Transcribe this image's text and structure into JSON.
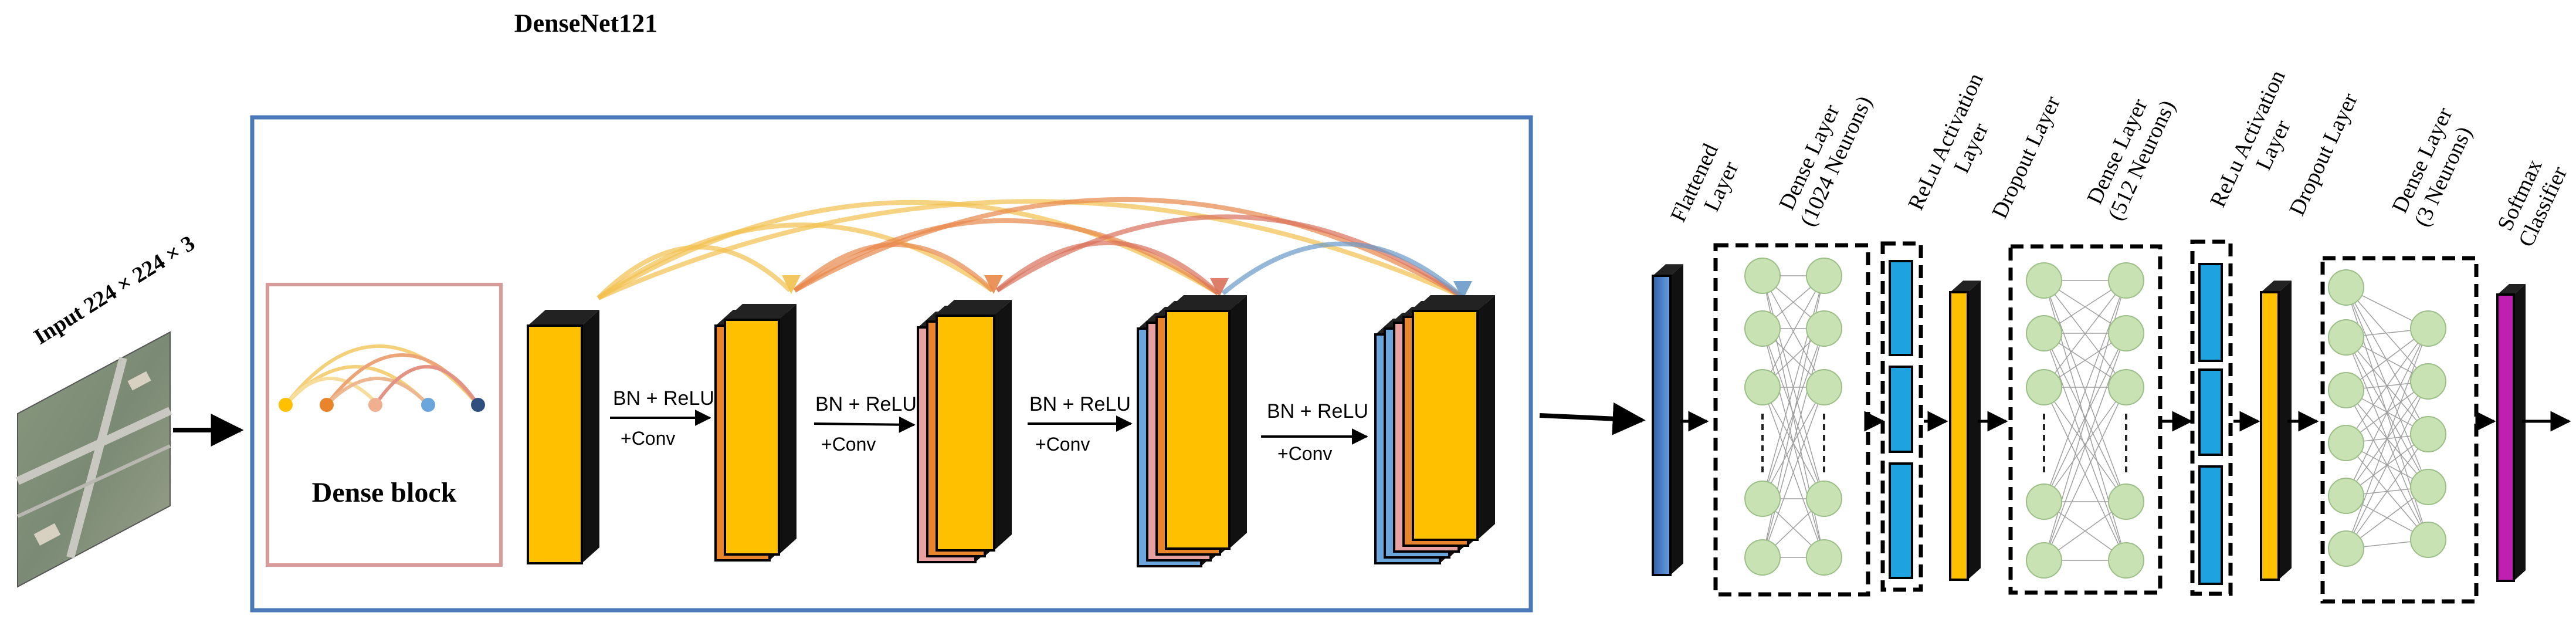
{
  "title": "DenseNet121",
  "input_label": "Input  224 × 224 × 3",
  "dense_block": {
    "label": "Dense block"
  },
  "transitions": [
    {
      "op": "BN + ReLU",
      "conv": "+Conv"
    },
    {
      "op": "BN + ReLU",
      "conv": "+Conv"
    },
    {
      "op": "BN + ReLU",
      "conv": "+Conv"
    },
    {
      "op": "BN + ReLU",
      "conv": "+Conv"
    }
  ],
  "head_layers": [
    {
      "id": "flatten",
      "line1": "Flattened",
      "line2": "Layer"
    },
    {
      "id": "dense1024",
      "line1": "Dense Layer",
      "line2": "(1024 Neurons)"
    },
    {
      "id": "relu1",
      "line1": "ReLu Activation",
      "line2": "Layer"
    },
    {
      "id": "dropout1",
      "line1": "Dropout Layer",
      "line2": ""
    },
    {
      "id": "dense512",
      "line1": "Dense Layer",
      "line2": "(512 Neurons)"
    },
    {
      "id": "relu2",
      "line1": "ReLu Activation",
      "line2": "Layer"
    },
    {
      "id": "dropout2",
      "line1": "Dropout Layer",
      "line2": ""
    },
    {
      "id": "dense3",
      "line1": "Dense Layer",
      "line2": "(3 Neurons)"
    },
    {
      "id": "softmax",
      "line1": "Softmax",
      "line2": "Classifier"
    }
  ],
  "colors": {
    "frame_blue": "#4a78b8",
    "dense_block_border": "#d99a9a",
    "feature_yellow": "#ffc000",
    "feature_orange": "#e8842c",
    "feature_pink": "#e8a0a0",
    "feature_blue": "#6aa6dc",
    "flatten_blue": "#4a86d0",
    "relu_cyan": "#1fa3e0",
    "softmax_magenta": "#c020b0",
    "neuron_green": "#c8e2b4",
    "arc_yellow": "#f2c14e",
    "arc_orange": "#e8884a",
    "arc_red": "#d9705a",
    "arc_blue": "#6a9ac8"
  }
}
